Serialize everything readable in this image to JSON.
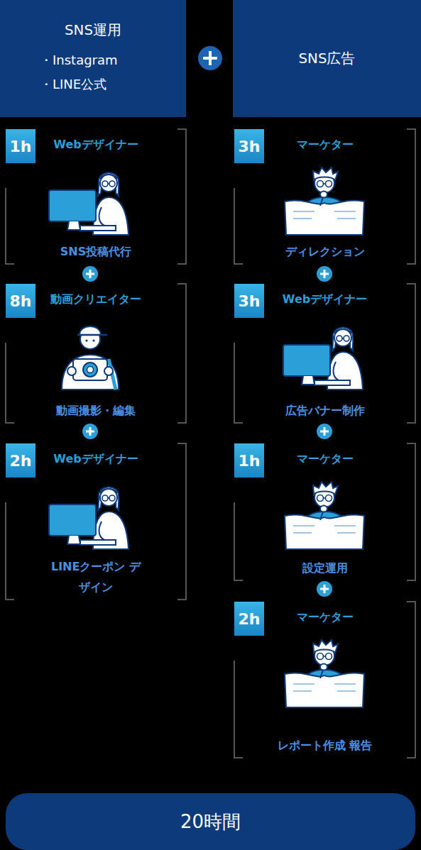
{
  "diagram": {
    "nodes": [
      {
        "text": [
          "SNS運用",
          "・Instagram",
          "・LINE公式"
        ]
      },
      {
        "text": [
          "SNS広告"
        ]
      },
      {
        "text": [
          "Webデザイナー",
          "SNS投稿代行"
        ]
      },
      {
        "text": [
          "1h"
        ],
        "in": 2
      },
      {
        "text": [
          "動画クリエイター",
          "動画撮影・編集"
        ]
      },
      {
        "text": [
          "8h"
        ],
        "in": 4
      },
      {
        "text": [
          "Webデザイナー",
          "LINEクーポン デザイン"
        ]
      },
      {
        "text": [
          "2h"
        ],
        "in": 6
      },
      {
        "text": [
          "マーケター",
          "ディレクション"
        ]
      },
      {
        "text": [
          "3h"
        ],
        "in": 8
      },
      {
        "text": [
          "Webデザイナー",
          "広告バナー制作"
        ]
      },
      {
        "text": [
          "3h"
        ],
        "in": 10
      },
      {
        "text": [
          "マーケター",
          "設定運用"
        ]
      },
      {
        "text": [
          "1h"
        ],
        "in": 12
      },
      {
        "text": [
          "マーケター",
          "レポート作成 報告"
        ]
      },
      {
        "text": [
          "2h"
        ],
        "in": 14
      },
      {
        "text": [
          "20時間"
        ]
      }
    ]
  }
}
